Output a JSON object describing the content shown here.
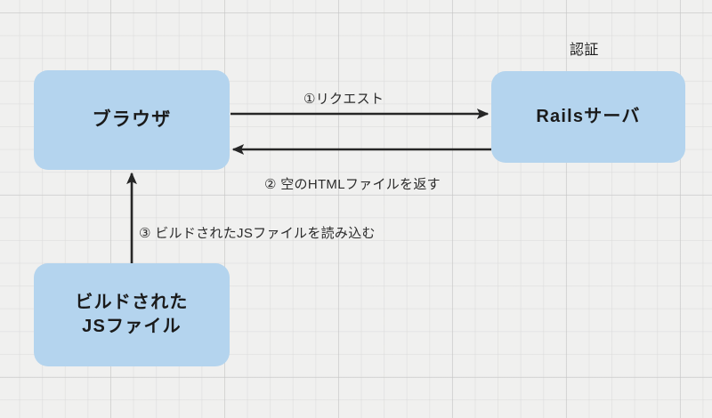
{
  "diagram": {
    "title_label": "認証",
    "background_color": "#f0f0ef",
    "node_fill_color": "#b4d4ee",
    "line_color": "#262626",
    "nodes": {
      "browser": "ブラウザ",
      "rails_server": "Railsサーバ",
      "js_file_line1": "ビルドされた",
      "js_file_line2": "JSファイル"
    },
    "edges": {
      "step1": "①リクエスト",
      "step2": "② 空のHTMLファイルを返す",
      "step3": "③ ビルドされたJSファイルを読み込む"
    }
  }
}
